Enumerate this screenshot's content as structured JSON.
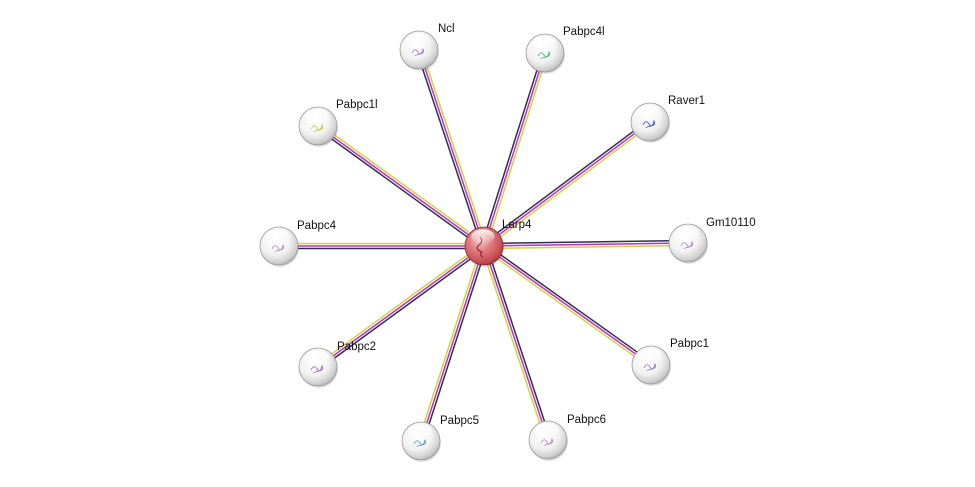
{
  "network": {
    "center": {
      "id": "larp4",
      "label": "Larp4",
      "color": "#d9646a"
    },
    "nodes": [
      {
        "id": "ncl",
        "label": "Ncl"
      },
      {
        "id": "pabpc4l",
        "label": "Pabpc4l"
      },
      {
        "id": "raver1",
        "label": "Raver1"
      },
      {
        "id": "pabpc1l",
        "label": "Pabpc1l"
      },
      {
        "id": "pabpc4",
        "label": "Pabpc4"
      },
      {
        "id": "gm10110",
        "label": "Gm10110"
      },
      {
        "id": "pabpc2",
        "label": "Pabpc2"
      },
      {
        "id": "pabpc1",
        "label": "Pabpc1"
      },
      {
        "id": "pabpc5",
        "label": "Pabpc5"
      },
      {
        "id": "pabpc6",
        "label": "Pabpc6"
      }
    ],
    "edge_colors": [
      "#2f2f4f",
      "#c030c0",
      "#c9d640"
    ]
  }
}
